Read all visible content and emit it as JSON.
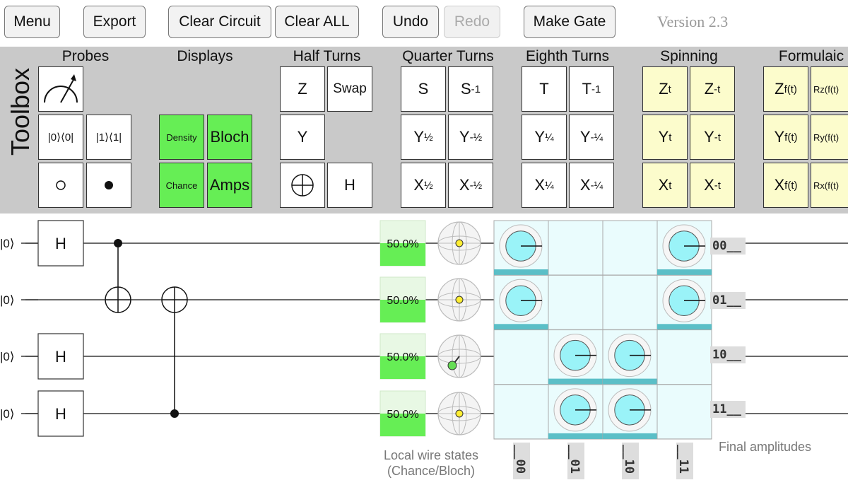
{
  "toolbar": {
    "menu": "Menu",
    "export": "Export",
    "clear_circuit": "Clear Circuit",
    "clear_all": "Clear ALL",
    "undo": "Undo",
    "redo": "Redo",
    "make_gate": "Make Gate",
    "version": "Version 2.3"
  },
  "toolbox": {
    "title": "Toolbox",
    "categories": {
      "probes": "Probes",
      "displays": "Displays",
      "half_turns": "Half Turns",
      "quarter_turns": "Quarter Turns",
      "eighth_turns": "Eighth Turns",
      "spinning": "Spinning",
      "formulaic": "Formulaic"
    },
    "gates": {
      "postselect_off": "|0⟩⟨0|",
      "postselect_on": "|1⟩⟨1|",
      "density": "Density",
      "bloch": "Bloch",
      "chance": "Chance",
      "amps": "Amps",
      "z": "Z",
      "swap": "Swap",
      "y": "Y",
      "h": "H",
      "s": "S",
      "s_inv_base": "S",
      "s_inv_exp": "-1",
      "y_half_base": "Y",
      "y_half_exp": "½",
      "y_mhalf_base": "Y",
      "y_mhalf_exp": "-½",
      "x_half_base": "X",
      "x_half_exp": "½",
      "x_mhalf_base": "X",
      "x_mhalf_exp": "-½",
      "t": "T",
      "t_inv_base": "T",
      "t_inv_exp": "-1",
      "y_q_base": "Y",
      "y_q_exp": "¼",
      "y_mq_base": "Y",
      "y_mq_exp": "-¼",
      "x_q_base": "X",
      "x_q_exp": "¼",
      "x_mq_base": "X",
      "x_mq_exp": "-¼",
      "zt_base": "Z",
      "zt_exp": "t",
      "zmt_base": "Z",
      "zmt_exp": "-t",
      "yt_base": "Y",
      "yt_exp": "t",
      "ymt_base": "Y",
      "ymt_exp": "-t",
      "xt_base": "X",
      "xt_exp": "t",
      "xmt_base": "X",
      "xmt_exp": "-t",
      "zf_base": "Z",
      "zf_exp": "f(t)",
      "yf_base": "Y",
      "yf_exp": "f(t)",
      "xf_base": "X",
      "xf_exp": "f(t)",
      "rz": "Rz(f(t)",
      "ry": "Ry(f(t)",
      "rx": "Rx(f(t)"
    }
  },
  "circuit": {
    "inputs": [
      "|0⟩",
      "|0⟩",
      "|0⟩",
      "|0⟩"
    ],
    "gates": {
      "h1": "H",
      "h3": "H",
      "h4": "H"
    },
    "chance": [
      "50.0%",
      "50.0%",
      "50.0%",
      "50.0%"
    ],
    "chance_values": [
      0.5,
      0.5,
      0.5,
      0.5
    ],
    "local_states_label": [
      "Local wire states",
      "(Chance/Bloch)"
    ],
    "final_amplitudes_label": "Final amplitudes",
    "amp_row_labels": [
      "00__",
      "01__",
      "10__",
      "11__"
    ],
    "amp_col_labels": [
      "__00",
      "__01",
      "__10",
      "__11"
    ],
    "amplitudes": [
      [
        0.5,
        0,
        0,
        0.5
      ],
      [
        0.5,
        0,
        0,
        0.5
      ],
      [
        0,
        0.5,
        0.5,
        0
      ],
      [
        0,
        0.5,
        0.5,
        0
      ]
    ]
  },
  "colors": {
    "toolbox_bg": "#c9c9c9",
    "display_green": "#66ee55",
    "spinning_yellow": "#fcfccc",
    "amplitude_cyan": "#9af3f8",
    "amplitude_bar": "#5bbfc7",
    "amplitude_cell_bg": "#eafcfd"
  }
}
